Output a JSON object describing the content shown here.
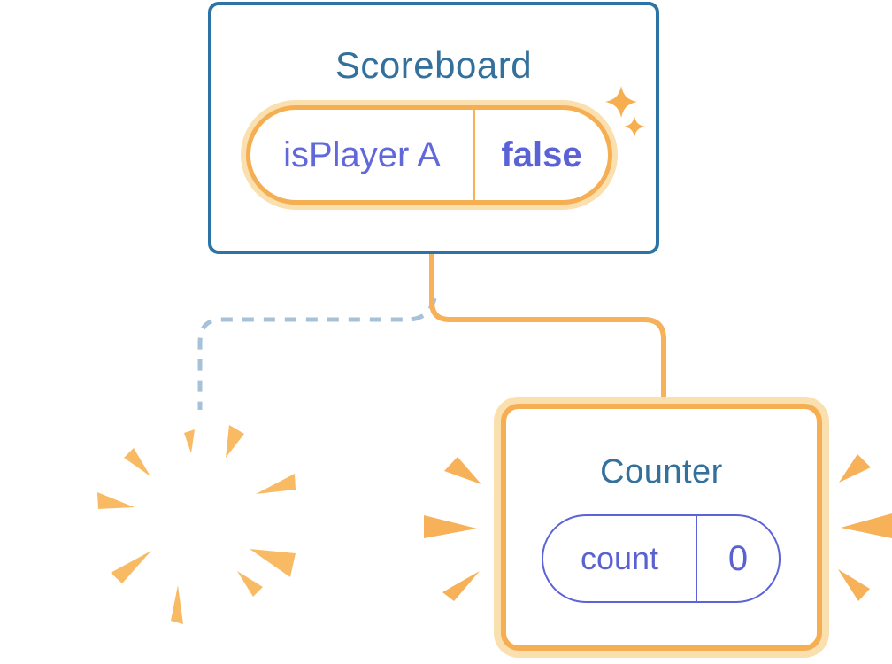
{
  "scoreboard": {
    "title": "Scoreboard",
    "state": {
      "name": "isPlayer A",
      "value": "false"
    }
  },
  "counter": {
    "title": "Counter",
    "state": {
      "name": "count",
      "value": "0"
    }
  },
  "icons": {
    "sparkles": "sparkles-icon",
    "poof": "poof-rays-icon",
    "emphasis_left": "emphasis-rays-left-icon",
    "emphasis_right": "emphasis-rays-right-icon"
  },
  "colors": {
    "card_border_blue": "#2D73A6",
    "component_title_blue": "#33719C",
    "state_purple_border": "#5B63D8",
    "state_purple_text": "#6168D9",
    "highlight_orange": "#F5AF52",
    "highlight_glow": "#FBE0AF",
    "connector_orange": "#F6B159",
    "connector_dashed_blue": "#A6C1D8",
    "ray_orange": "#F8BB63",
    "background": "#FFFFFF"
  }
}
